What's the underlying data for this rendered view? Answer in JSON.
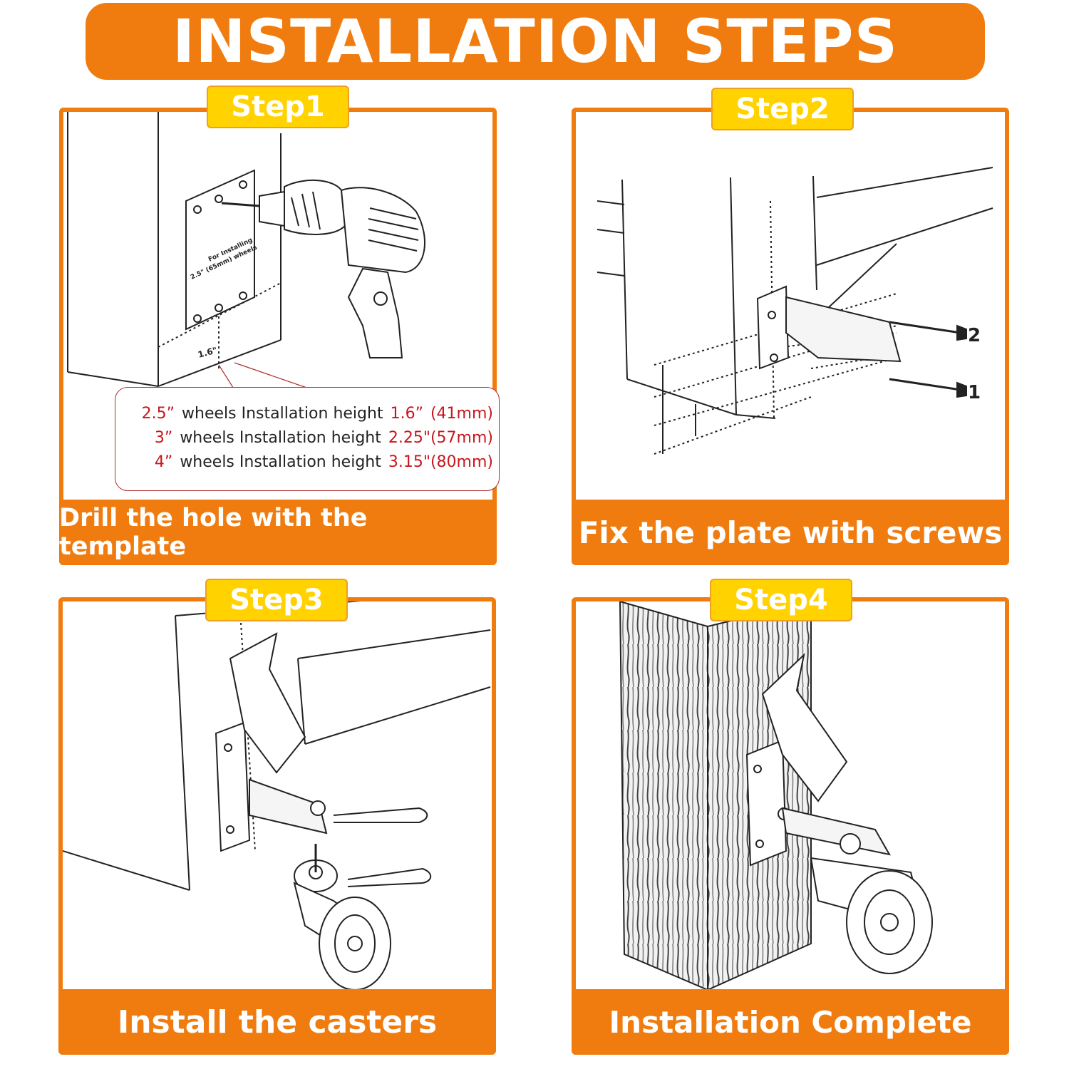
{
  "title": "INSTALLATION STEPS",
  "steps": [
    {
      "badge": "Step1",
      "caption": "Drill the hole with the template"
    },
    {
      "badge": "Step2",
      "caption": "Fix the plate with screws"
    },
    {
      "badge": "Step3",
      "caption": "Install the casters"
    },
    {
      "badge": "Step4",
      "caption": "Installation Complete"
    }
  ],
  "template": {
    "line1": "For Installing",
    "line2": "2.5\" (65mm) wheels",
    "measure": "1.6\""
  },
  "specs": [
    {
      "size": "2.5”",
      "label": "wheels Installation height",
      "height": "1.6”",
      "metric": "(41mm)"
    },
    {
      "size": "3”",
      "label": "wheels Installation height",
      "height": "2.25\"",
      "metric": "(57mm)"
    },
    {
      "size": "4”",
      "label": "wheels Installation height",
      "height": "3.15\"",
      "metric": "(80mm)"
    }
  ],
  "screw_labels": [
    "2",
    "1"
  ],
  "colors": {
    "accent": "#f07c0f",
    "badge": "#ffd200",
    "spec_red": "#c8161d"
  }
}
